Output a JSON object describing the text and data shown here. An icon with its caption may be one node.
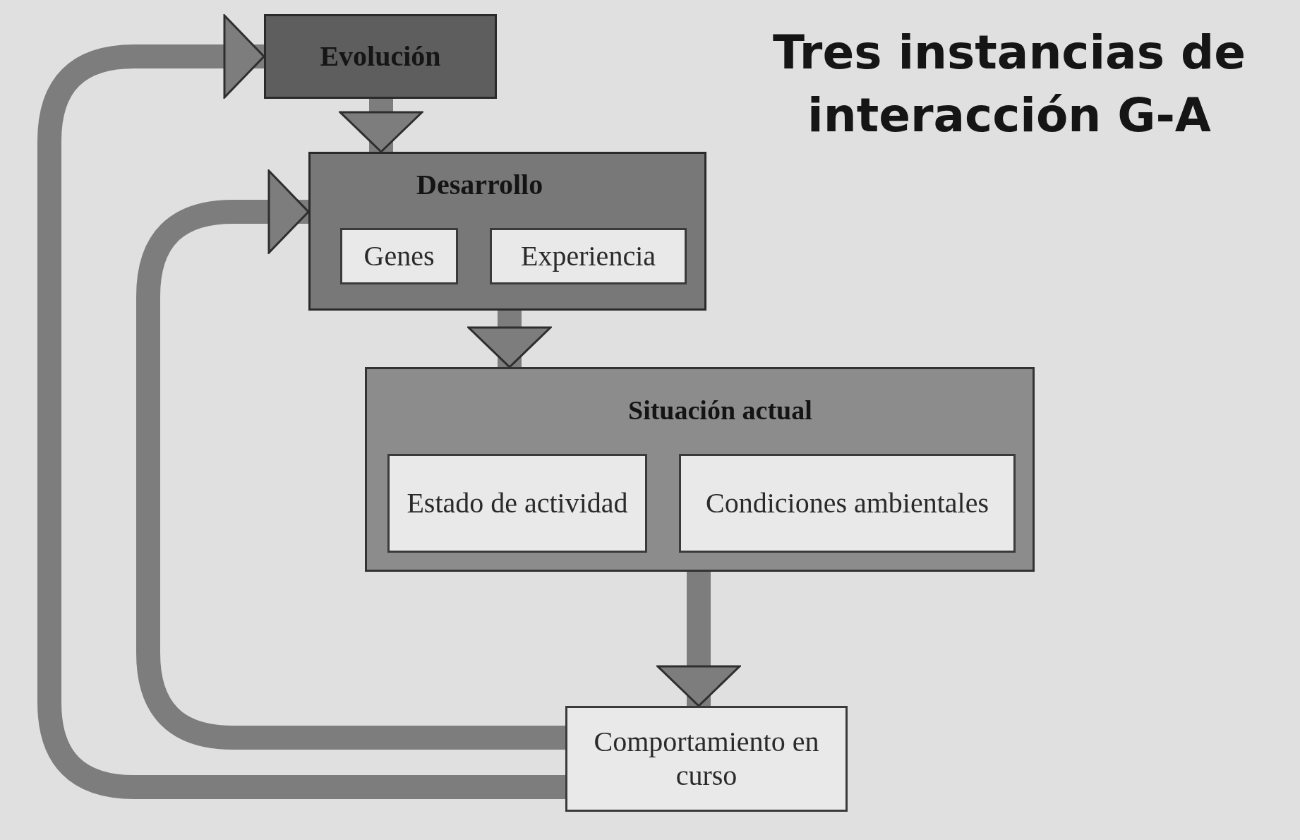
{
  "diagram": {
    "title": "Tres instancias de interacción G-A",
    "nodes": [
      {
        "text": [
          "Evolución"
        ]
      },
      {
        "text": [
          "Desarrollo"
        ]
      },
      {
        "text": [
          "Genes"
        ],
        "in": 1
      },
      {
        "text": [
          "Experiencia"
        ],
        "in": 1
      },
      {
        "text": [
          "Situación actual"
        ]
      },
      {
        "text": [
          "Estado de actividad"
        ],
        "in": 4
      },
      {
        "text": [
          "Condiciones ambientales"
        ],
        "in": 4
      },
      {
        "text": [
          "Comportamiento en curso"
        ]
      }
    ],
    "edges": [
      {
        "from": 0,
        "to": 1,
        "arrow": "to"
      },
      {
        "from": 1,
        "to": 4,
        "arrow": "to"
      },
      {
        "from": 4,
        "to": 7,
        "arrow": "to"
      },
      {
        "from": 7,
        "to": 1,
        "arrow": "to"
      },
      {
        "from": 7,
        "to": 0,
        "arrow": "to"
      }
    ]
  }
}
